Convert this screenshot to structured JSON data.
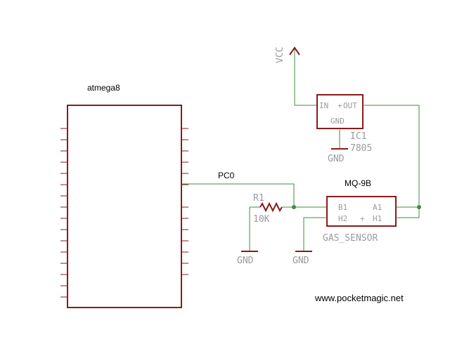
{
  "labels": {
    "mcu": "atmega8",
    "pc0": "PC0",
    "vcc": "VCC",
    "ic_pin_in": "IN",
    "ic_pin_out": "OUT",
    "ic_pin_gnd": "GND",
    "ic_name": "IC1",
    "ic_value": "7805",
    "ic_gnd_symbol": "GND",
    "resistor_name": "R1",
    "resistor_value": "10K",
    "sensor_title": "MQ-9B",
    "sensor_b1": "B1",
    "sensor_a1": "A1",
    "sensor_h2": "H2",
    "sensor_h1": "H1",
    "sensor_name": "GAS_SENSOR",
    "gnd_left": "GND",
    "gnd_right": "GND",
    "website": "www.pocketmagic.net"
  },
  "colors": {
    "wire": "#3e8e3e",
    "part": "#8b1a1a",
    "label": "#9a9a9a",
    "text": "#000000"
  }
}
